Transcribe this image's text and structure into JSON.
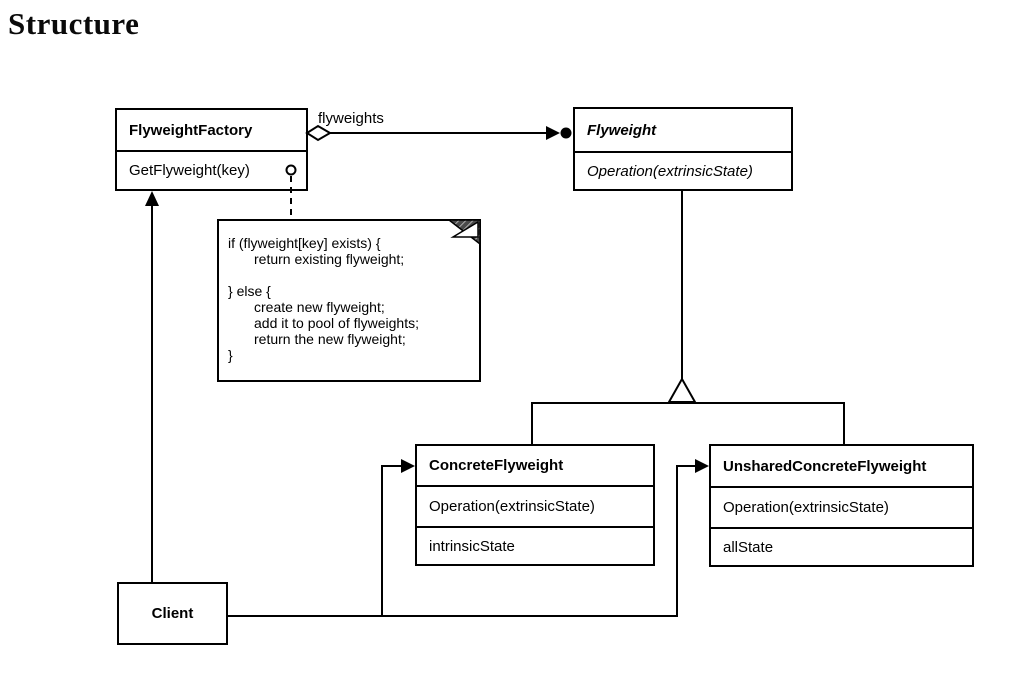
{
  "page": {
    "heading": "Structure"
  },
  "classes": {
    "flyweight_factory": {
      "name": "FlyweightFactory",
      "method": "GetFlyweight(key)"
    },
    "flyweight": {
      "name": "Flyweight",
      "method": "Operation(extrinsicState)"
    },
    "concrete_flyweight": {
      "name": "ConcreteFlyweight",
      "method": "Operation(extrinsicState)",
      "attribute": "intrinsicState"
    },
    "unshared_concrete_flyweight": {
      "name": "UnsharedConcreteFlyweight",
      "method": "Operation(extrinsicState)",
      "attribute": "allState"
    },
    "client": {
      "name": "Client"
    }
  },
  "relations": {
    "aggregation_label": "flyweights"
  },
  "note": {
    "lines": [
      "if (flyweight[key] exists) {",
      "return existing flyweight;",
      "",
      "} else {",
      "create new flyweight;",
      "add it to pool of flyweights;",
      "return the new flyweight;",
      "}"
    ]
  },
  "colors": {
    "ink": "#000000",
    "paper": "#ffffff"
  }
}
